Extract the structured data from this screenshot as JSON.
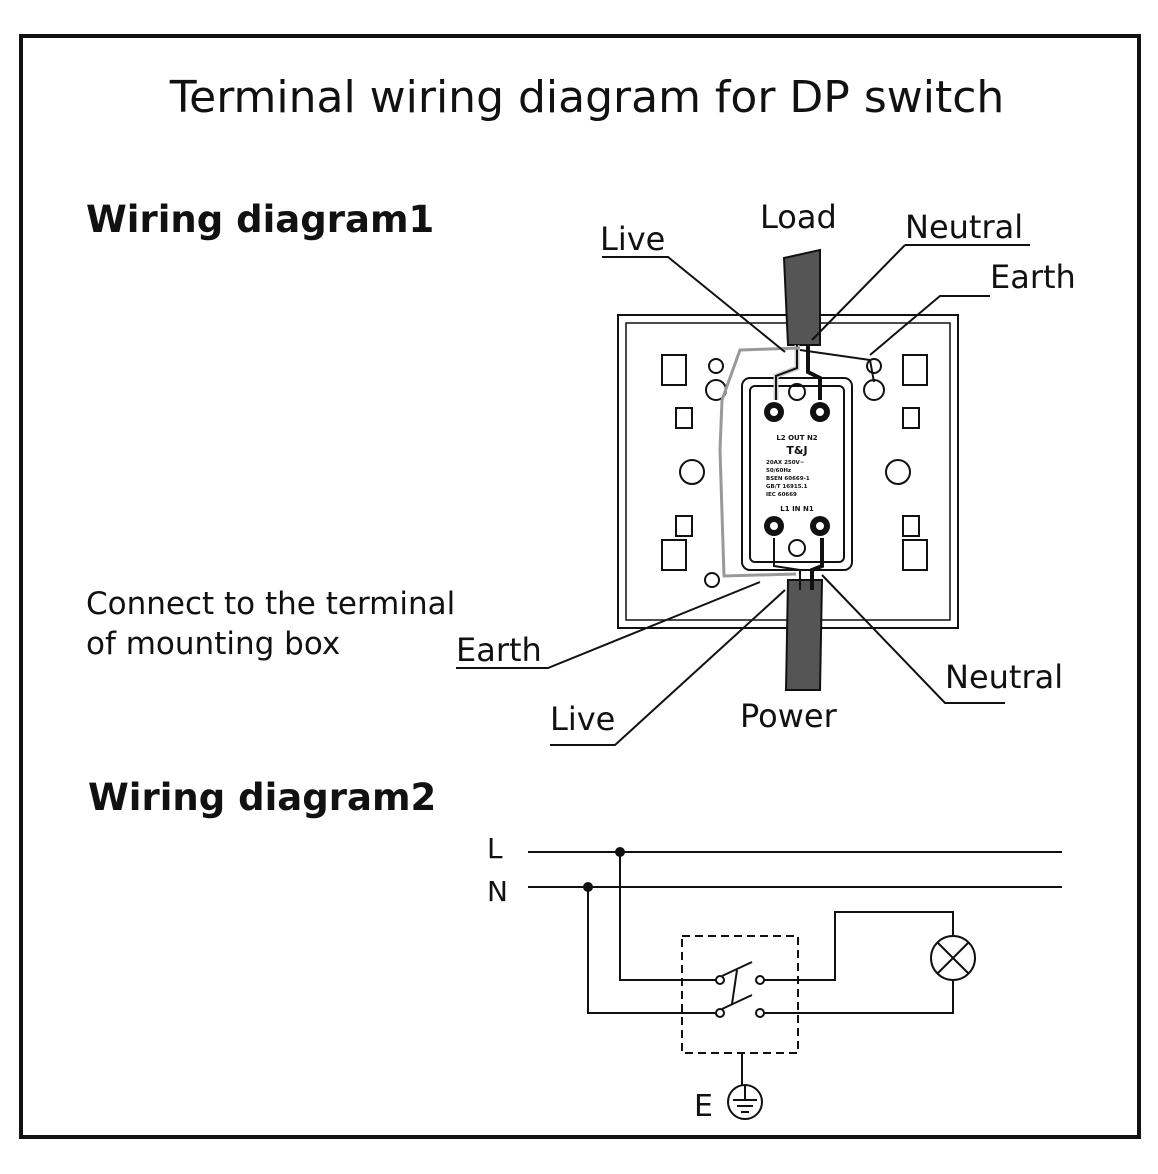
{
  "title": "Terminal wiring diagram for DP switch",
  "diagram1": {
    "heading": "Wiring diagram1",
    "labels": {
      "load": "Load",
      "live_top": "Live",
      "neutral_top": "Neutral",
      "earth_top": "Earth",
      "connect_line1": "Connect to the terminal",
      "connect_line2": "of mounting box",
      "earth_bottom": "Earth",
      "live_bottom": "Live",
      "power": "Power",
      "neutral_bottom": "Neutral"
    },
    "switch_marking": {
      "out": "L2 OUT N2",
      "brand": "T&J",
      "rating": "20AX 250V~",
      "freq": "50/60Hz",
      "std1": "BSEN 60669-1",
      "std2": "GB/T 16915.1",
      "std3": "IEC 60669",
      "in": "L1 IN N1"
    }
  },
  "diagram2": {
    "heading": "Wiring diagram2",
    "line_label": "L",
    "neutral_label": "N",
    "earth_label": "E"
  }
}
